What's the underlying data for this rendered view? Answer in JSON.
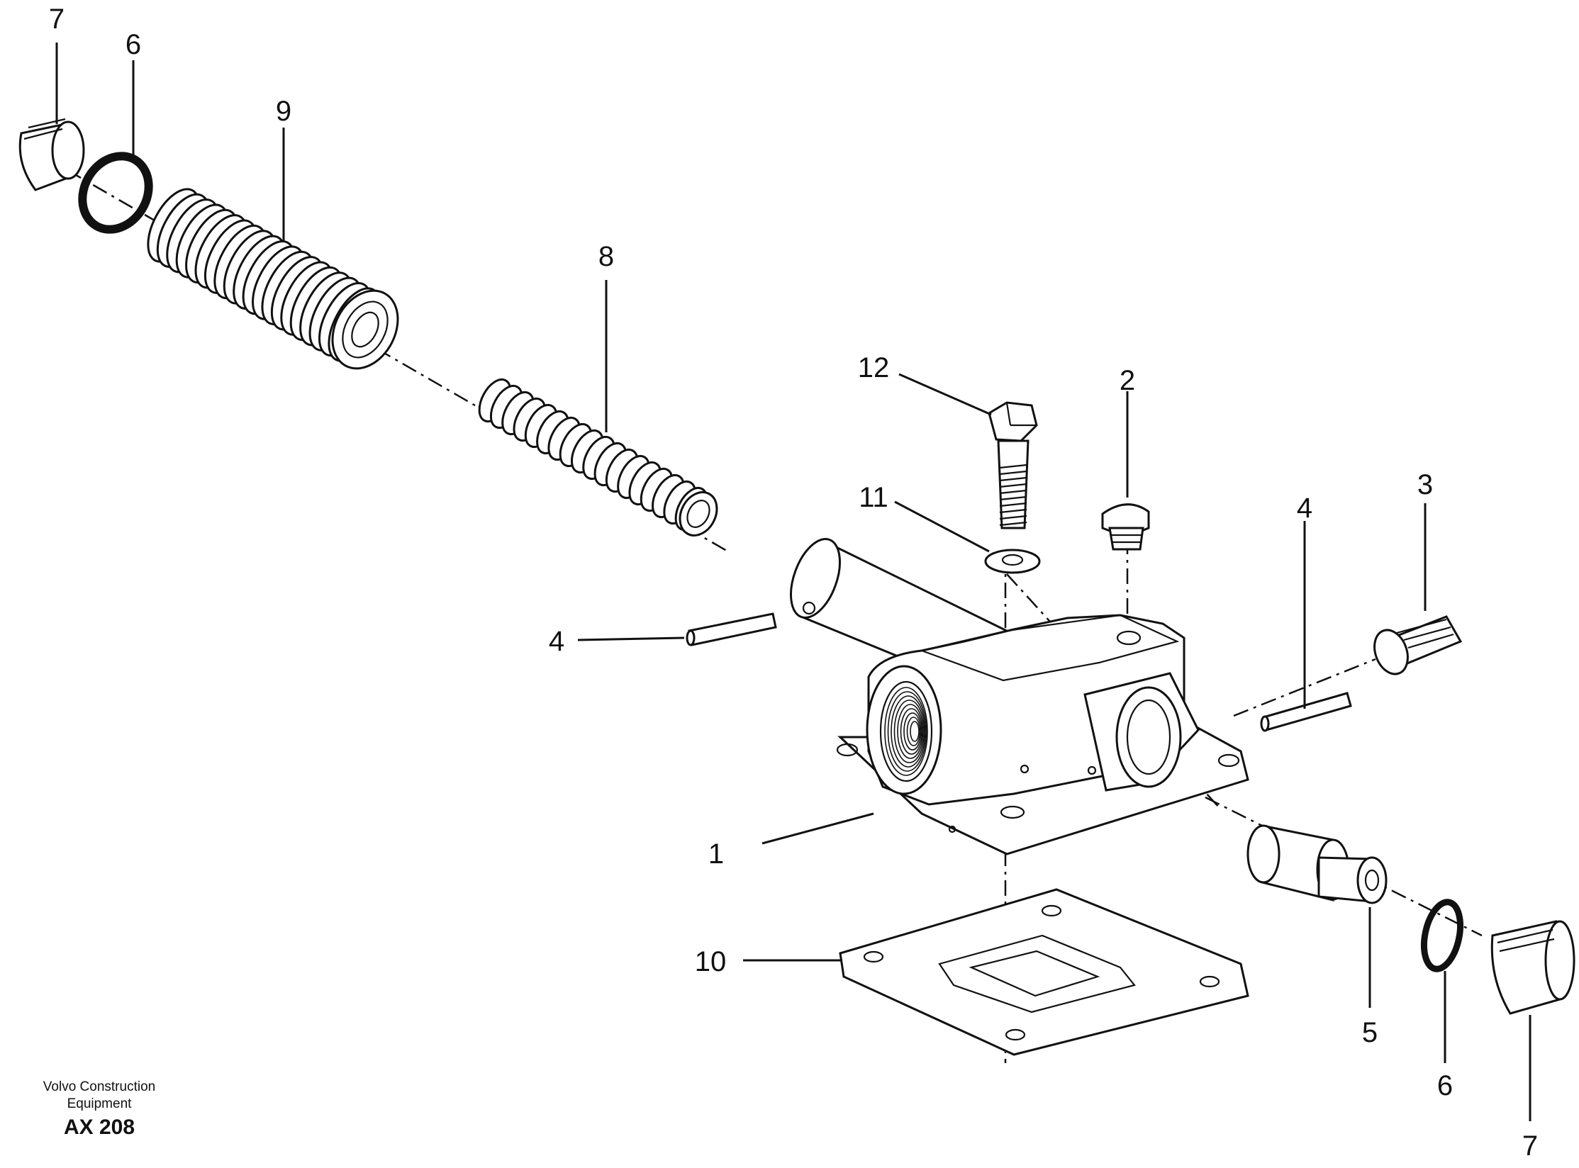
{
  "callouts": [
    {
      "id": "c7a",
      "label": "7"
    },
    {
      "id": "c6a",
      "label": "6"
    },
    {
      "id": "c9",
      "label": "9"
    },
    {
      "id": "c8",
      "label": "8"
    },
    {
      "id": "c12",
      "label": "12"
    },
    {
      "id": "c2",
      "label": "2"
    },
    {
      "id": "c11",
      "label": "11"
    },
    {
      "id": "c4a",
      "label": "4"
    },
    {
      "id": "c3",
      "label": "3"
    },
    {
      "id": "c4b",
      "label": "4"
    },
    {
      "id": "c1",
      "label": "1"
    },
    {
      "id": "c10",
      "label": "10"
    },
    {
      "id": "c5",
      "label": "5"
    },
    {
      "id": "c6b",
      "label": "6"
    },
    {
      "id": "c7b",
      "label": "7"
    }
  ],
  "footer": {
    "company_line1": "Volvo Construction",
    "company_line2": "Equipment",
    "code": "AX 208"
  }
}
